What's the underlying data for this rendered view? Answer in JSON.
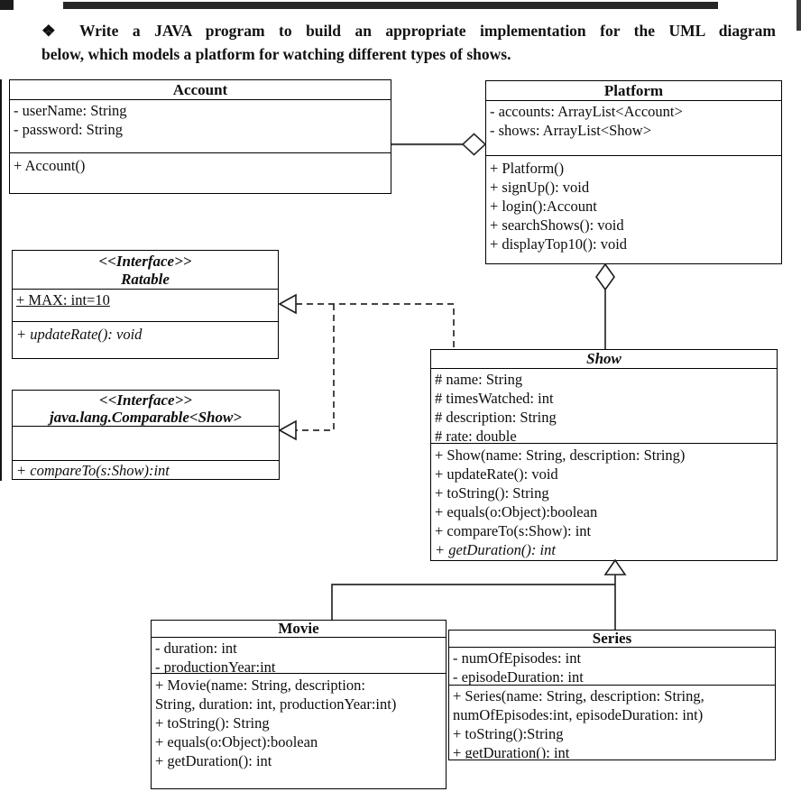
{
  "instruction": {
    "lines": [
      "❖ Write a JAVA program to build an appropriate implementation for the UML diagram",
      "below, which models a platform for watching different types of shows."
    ]
  },
  "classes": {
    "account": {
      "title": "Account",
      "attribute_lines": [
        "- userName: String",
        "- password: String"
      ],
      "method_lines": [
        "+ Account()"
      ]
    },
    "platform": {
      "title": "Platform",
      "attribute_lines": [
        "- accounts: ArrayList<Account>",
        "- shows: ArrayList<Show>"
      ],
      "method_lines": [
        "+ Platform()",
        "+ signUp(): void",
        "+ login():Account",
        "+ searchShows(): void",
        "+ displayTop10(): void"
      ]
    },
    "ratable": {
      "stereotype": "<<Interface>>",
      "title": "Ratable",
      "attribute_lines": [
        "+ MAX: int=10"
      ],
      "method_lines": [
        "+ updateRate(): void"
      ]
    },
    "comparable": {
      "stereotype": "<<Interface>>",
      "title": "java.lang.Comparable<Show>",
      "attribute_lines": [],
      "method_lines": [
        "+ compareTo(s:Show):int"
      ]
    },
    "show": {
      "title": "Show",
      "attribute_lines": [
        "# name: String",
        "# timesWatched: int",
        "# description: String",
        "# rate: double"
      ],
      "method_lines": [
        "+ Show(name: String, description: String)",
        "+ updateRate(): void",
        "+ toString(): String",
        "+ equals(o:Object):boolean",
        "+ compareTo(s:Show): int",
        "+ getDuration(): int"
      ]
    },
    "movie": {
      "title": "Movie",
      "attribute_lines": [
        "- duration: int",
        "- productionYear:int"
      ],
      "method_lines": [
        "+ Movie(name: String, description:",
        "String, duration: int, productionYear:int)",
        "+ toString(): String",
        "+ equals(o:Object):boolean",
        "+ getDuration(): int"
      ]
    },
    "series": {
      "title": "Series",
      "attribute_lines": [
        "- numOfEpisodes: int",
        "- episodeDuration: int"
      ],
      "method_lines": [
        "+ Series(name: String, description: String,",
        "numOfEpisodes:int, episodeDuration: int)",
        "+ toString():String",
        "+ getDuration(): int"
      ]
    }
  },
  "relationships": [
    {
      "type": "aggregation",
      "from": "Account",
      "to": "Platform"
    },
    {
      "type": "aggregation",
      "from": "Show",
      "to": "Platform"
    },
    {
      "type": "realization",
      "from": "Show",
      "to": "Ratable"
    },
    {
      "type": "realization",
      "from": "Show",
      "to": "java.lang.Comparable<Show>"
    },
    {
      "type": "inheritance",
      "from": "Movie",
      "to": "Show"
    },
    {
      "type": "inheritance",
      "from": "Series",
      "to": "Show"
    }
  ],
  "colors": {
    "line": "#2a2a2a",
    "box_border": "#000000",
    "background": "#ffffff",
    "top_bar": "#262626"
  }
}
